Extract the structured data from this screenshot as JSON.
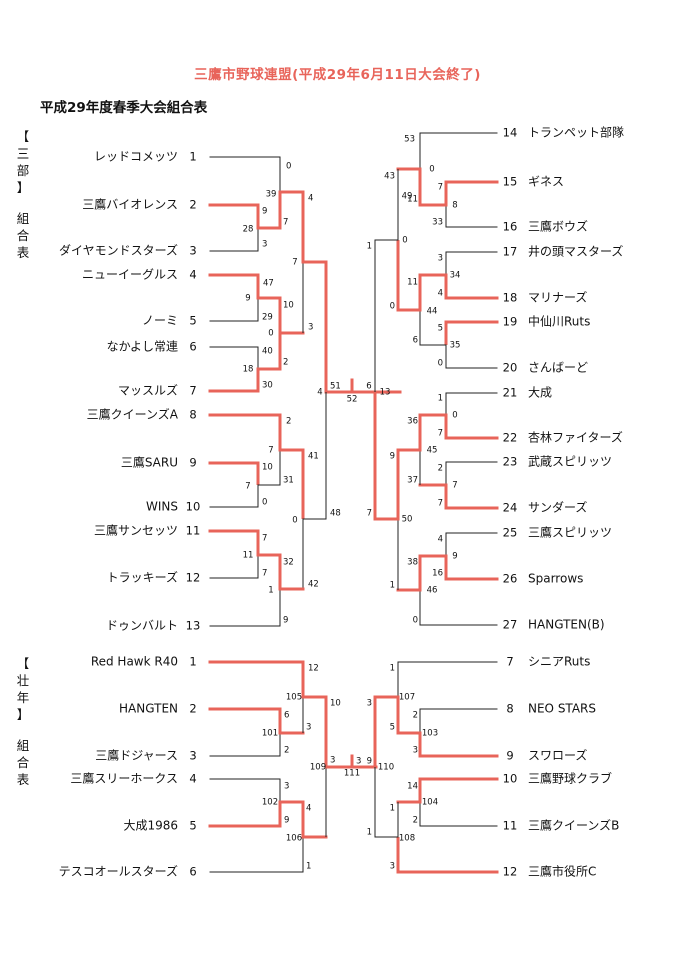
{
  "title": "三鷹市野球連盟(平成29年6月11日大会終了)",
  "subtitle": "平成29年度春季大会組合表",
  "sections": [
    {
      "label_lines": [
        "【",
        "三",
        "部",
        "】",
        "",
        "組",
        "合",
        "表"
      ],
      "left_teams": [
        {
          "name": "レッドコメッツ",
          "seed": "1"
        },
        {
          "name": "三鷹バイオレンス",
          "seed": "2"
        },
        {
          "name": "ダイヤモンドスターズ",
          "seed": "3"
        },
        {
          "name": "ニューイーグルス",
          "seed": "4"
        },
        {
          "name": "ノーミ",
          "seed": "5"
        },
        {
          "name": "なかよし常連",
          "seed": "6"
        },
        {
          "name": "マッスルズ",
          "seed": "7"
        },
        {
          "name": "三鷹クイーンズA",
          "seed": "8"
        },
        {
          "name": "三鷹SARU",
          "seed": "9"
        },
        {
          "name": "WINS",
          "seed": "10"
        },
        {
          "name": "三鷹サンセッツ",
          "seed": "11"
        },
        {
          "name": "トラッキーズ",
          "seed": "12"
        },
        {
          "name": "ドゥンバルト",
          "seed": "13"
        }
      ],
      "right_teams": [
        {
          "name": "トランペット部隊",
          "seed": "14"
        },
        {
          "name": "ギネス",
          "seed": "15"
        },
        {
          "name": "三鷹ボウズ",
          "seed": "16"
        },
        {
          "name": "井の頭マスターズ",
          "seed": "17"
        },
        {
          "name": "マリナーズ",
          "seed": "18"
        },
        {
          "name": "中仙川Ruts",
          "seed": "19"
        },
        {
          "name": "さんばーど",
          "seed": "20"
        },
        {
          "name": "大成",
          "seed": "21"
        },
        {
          "name": "杏林ファイターズ",
          "seed": "22"
        },
        {
          "name": "武蔵スピリッツ",
          "seed": "23"
        },
        {
          "name": "サンダーズ",
          "seed": "24"
        },
        {
          "name": "三鷹スピリッツ",
          "seed": "25"
        },
        {
          "name": "Sparrows",
          "seed": "26"
        },
        {
          "name": "HANGTEN(B)",
          "seed": "27"
        }
      ],
      "match_labels": [
        "0",
        "39",
        "4",
        "9",
        "28",
        "7",
        "3",
        "47",
        "9",
        "10",
        "29",
        "0",
        "3",
        "40",
        "18",
        "2",
        "30",
        "7",
        "4",
        "51",
        "2",
        "7",
        "41",
        "10",
        "7",
        "31",
        "0",
        "0",
        "48",
        "7",
        "11",
        "32",
        "7",
        "1",
        "42",
        "9",
        "6",
        "13",
        "52",
        "53",
        "0",
        "43",
        "7",
        "11",
        "8",
        "33",
        "0",
        "1",
        "49",
        "3",
        "34",
        "11",
        "4",
        "0",
        "44",
        "5",
        "35",
        "6",
        "0",
        "1",
        "36",
        "0",
        "7",
        "9",
        "45",
        "2",
        "37",
        "7",
        "7",
        "7",
        "50",
        "4",
        "38",
        "9",
        "16",
        "1",
        "46",
        "0"
      ]
    },
    {
      "label_lines": [
        "【",
        "壮",
        "年",
        "】",
        "",
        "組",
        "合",
        "表"
      ],
      "left_teams": [
        {
          "name": "Red Hawk R40",
          "seed": "1"
        },
        {
          "name": "HANGTEN",
          "seed": "2"
        },
        {
          "name": "三鷹ドジャース",
          "seed": "3"
        },
        {
          "name": "三鷹スリーホークス",
          "seed": "4"
        },
        {
          "name": "大成1986",
          "seed": "5"
        },
        {
          "name": "テスコオールスターズ",
          "seed": "6"
        }
      ],
      "right_teams": [
        {
          "name": "シニアRuts",
          "seed": "7"
        },
        {
          "name": "NEO STARS",
          "seed": "8"
        },
        {
          "name": "スワローズ",
          "seed": "9"
        },
        {
          "name": "三鷹野球クラブ",
          "seed": "10"
        },
        {
          "name": "三鷹クイーンズB",
          "seed": "11"
        },
        {
          "name": "三鷹市役所C",
          "seed": "12"
        }
      ],
      "match_labels": [
        "12",
        "105",
        "10",
        "6",
        "101",
        "3",
        "2",
        "109",
        "3",
        "3",
        "102",
        "4",
        "9",
        "106",
        "1",
        "111",
        "3",
        "9",
        "1",
        "107",
        "3",
        "2",
        "5",
        "103",
        "3",
        "110",
        "14",
        "104",
        "1",
        "2",
        "1",
        "108",
        "3"
      ]
    }
  ],
  "colors": {
    "winner_line": "#e8645a",
    "line": "#222222",
    "title": "#e8645a"
  }
}
